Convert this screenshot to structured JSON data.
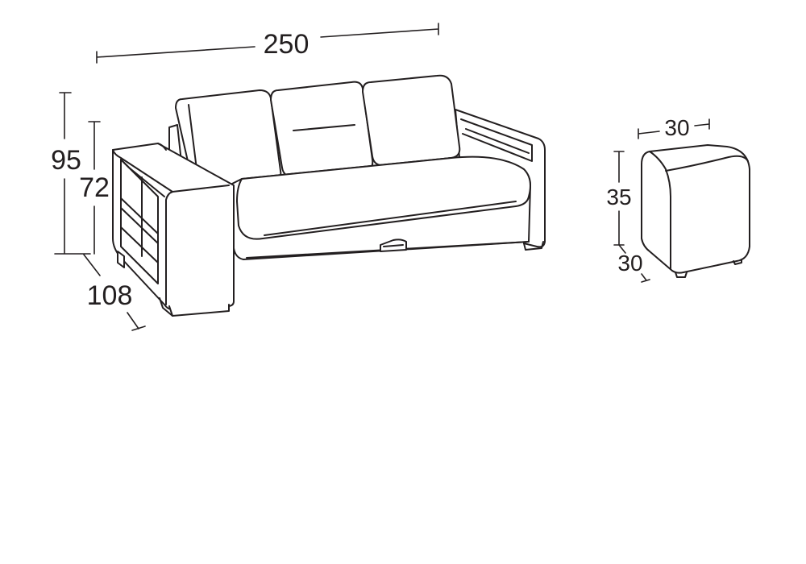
{
  "colors": {
    "line": "#231f20",
    "background": "#ffffff"
  },
  "sofa": {
    "width_label": "250",
    "height_label": "95",
    "seat_height_label": "72",
    "depth_label": "108"
  },
  "ottoman": {
    "width_label": "30",
    "height_label": "35",
    "depth_label": "30"
  }
}
